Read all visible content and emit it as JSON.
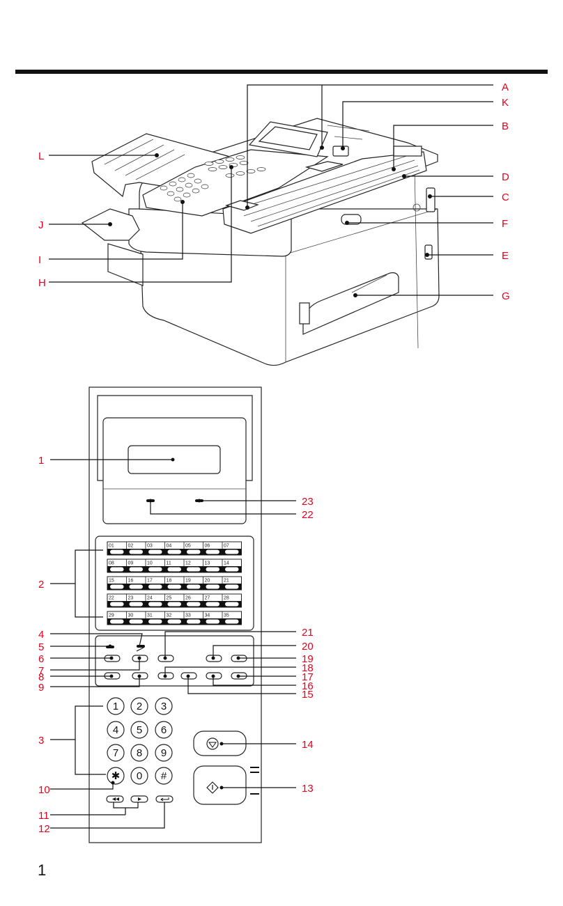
{
  "page_number": "1",
  "machine_callouts": {
    "A": "A",
    "K": "K",
    "B": "B",
    "D": "D",
    "C": "C",
    "F": "F",
    "E": "E",
    "G": "G",
    "L": "L",
    "J": "J",
    "I": "I",
    "H": "H"
  },
  "panel_callouts": {
    "n1": "1",
    "n2": "2",
    "n3": "3",
    "n4": "4",
    "n5": "5",
    "n6": "6",
    "n7": "7",
    "n8": "8",
    "n9": "9",
    "n10": "10",
    "n11": "11",
    "n12": "12",
    "n13": "13",
    "n14": "14",
    "n15": "15",
    "n16": "16",
    "n17": "17",
    "n18": "18",
    "n19": "19",
    "n20": "20",
    "n21": "21",
    "n22": "22",
    "n23": "23"
  },
  "speed_dial_rows": [
    [
      "01",
      "02",
      "03",
      "04",
      "05",
      "06",
      "07"
    ],
    [
      "08",
      "09",
      "10",
      "11",
      "12",
      "13",
      "14"
    ],
    [
      "15",
      "16",
      "17",
      "18",
      "19",
      "20",
      "21"
    ],
    [
      "22",
      "23",
      "24",
      "25",
      "26",
      "27",
      "28"
    ],
    [
      "29",
      "30",
      "31",
      "32",
      "33",
      "34",
      "35"
    ]
  ],
  "keypad": {
    "k1": "1",
    "k2": "2",
    "k3": "3",
    "k4": "4",
    "k5": "5",
    "k6": "6",
    "k7": "7",
    "k8": "8",
    "k9": "9",
    "kstar": "✱",
    "k0": "0",
    "khash": "#"
  },
  "colors": {
    "callout": "#e3001b",
    "line": "#111111"
  }
}
